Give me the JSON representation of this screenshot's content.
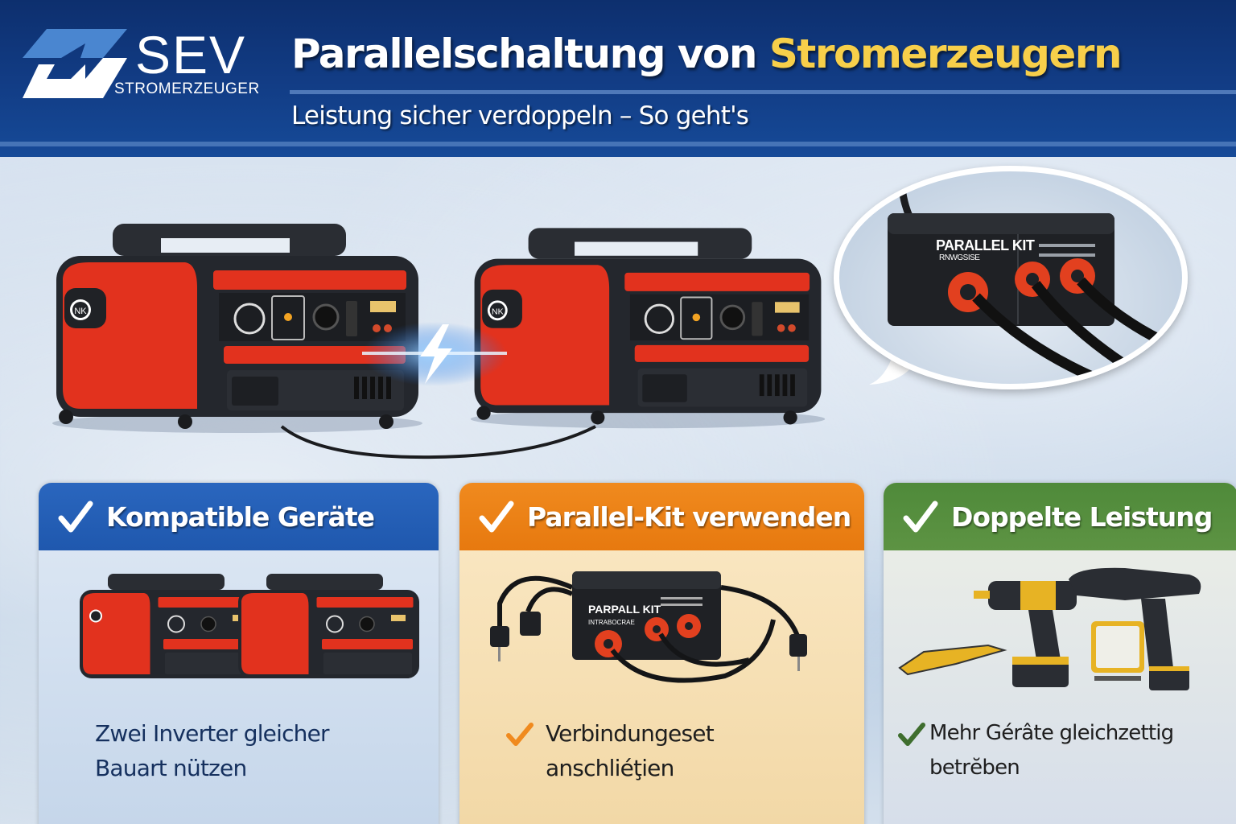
{
  "brand": {
    "logo_text": "SEV",
    "logo_subtext": "STROMERZEUGER",
    "colors": {
      "navy": "#123d86",
      "logo_light": "#4a86d0",
      "white": "#ffffff"
    }
  },
  "header": {
    "title_part1": "Parallelschaltung von",
    "title_part2": "Stromerzeugern",
    "subtitle": "Leistung sicher verdoppeln – So geht's",
    "title_highlight_color": "#f7cf4a"
  },
  "hero": {
    "generators": [
      {
        "badge": "NK",
        "position": "left"
      },
      {
        "badge": "NK",
        "position": "right"
      }
    ],
    "connection_icon": "lightning-bolt-icon",
    "callout": {
      "kit_label": "PARALLEL KIT",
      "kit_sublabel": "RNWGSISE",
      "outlets": 3
    }
  },
  "cards": [
    {
      "title": "Kompatible Geräte",
      "accent": "#1f58ae",
      "icon": "check-icon",
      "text_line1": "Zwei Inverter gleicher",
      "text_line2": "Bauart nützen",
      "illustration": "two-generators"
    },
    {
      "title": "Parallel-Kit verwenden",
      "accent": "#e7790f",
      "icon": "check-icon",
      "kit_label": "PARPALL KIT",
      "kit_sublabel": "INTRABOCRAE",
      "text_line1": "Verbindungeset",
      "text_line2": "anschliéţien",
      "illustration": "parallel-kit"
    },
    {
      "title": "Doppelte Leistung",
      "accent": "#5d9343",
      "icon": "check-icon",
      "text_line1": "Mehr Gérâte gleichzettig",
      "text_line2": "betrĕben",
      "illustration": "power-tools"
    }
  ]
}
